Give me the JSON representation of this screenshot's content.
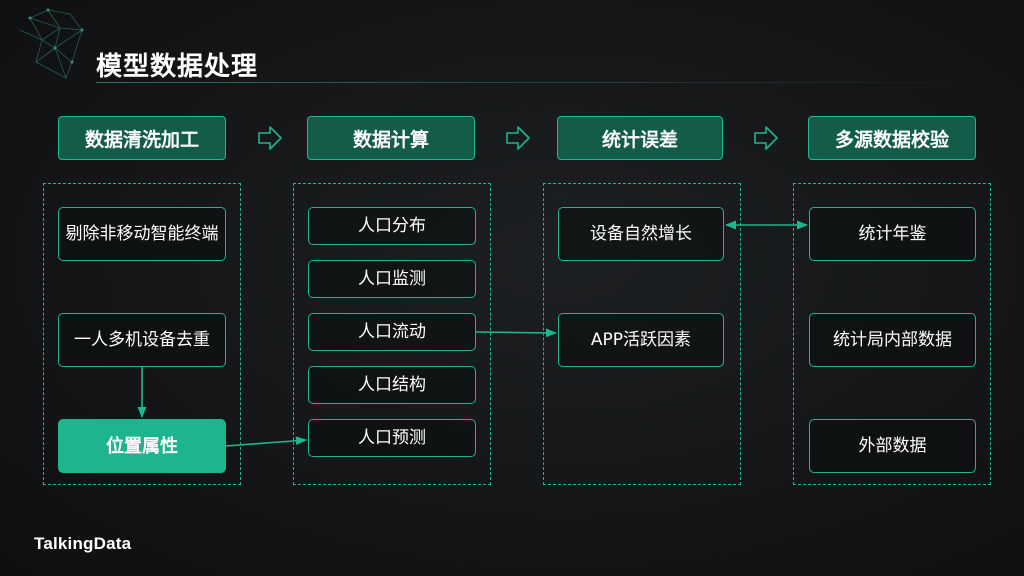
{
  "title": "模型数据处理",
  "logo": "TalkingData",
  "colors": {
    "accent": "#1fb58f",
    "header_fill": "#145c4a",
    "highlight_fill": "#1db58f",
    "background": "#131516"
  },
  "icons": {
    "step_arrow": "outlined-right-arrow-icon",
    "corner_decoration": "polygon-mesh-decoration"
  },
  "columns": [
    {
      "header": "数据清洗加工",
      "items": [
        "剔除非移动智能终端",
        "一人多机设备去重",
        "位置属性"
      ]
    },
    {
      "header": "数据计算",
      "items": [
        "人口分布",
        "人口监测",
        "人口流动",
        "人口结构",
        "人口预测"
      ]
    },
    {
      "header": "统计误差",
      "items": [
        "设备自然增长",
        "APP活跃因素"
      ]
    },
    {
      "header": "多源数据校验",
      "items": [
        "统计年鉴",
        "统计局内部数据",
        "外部数据"
      ]
    }
  ]
}
